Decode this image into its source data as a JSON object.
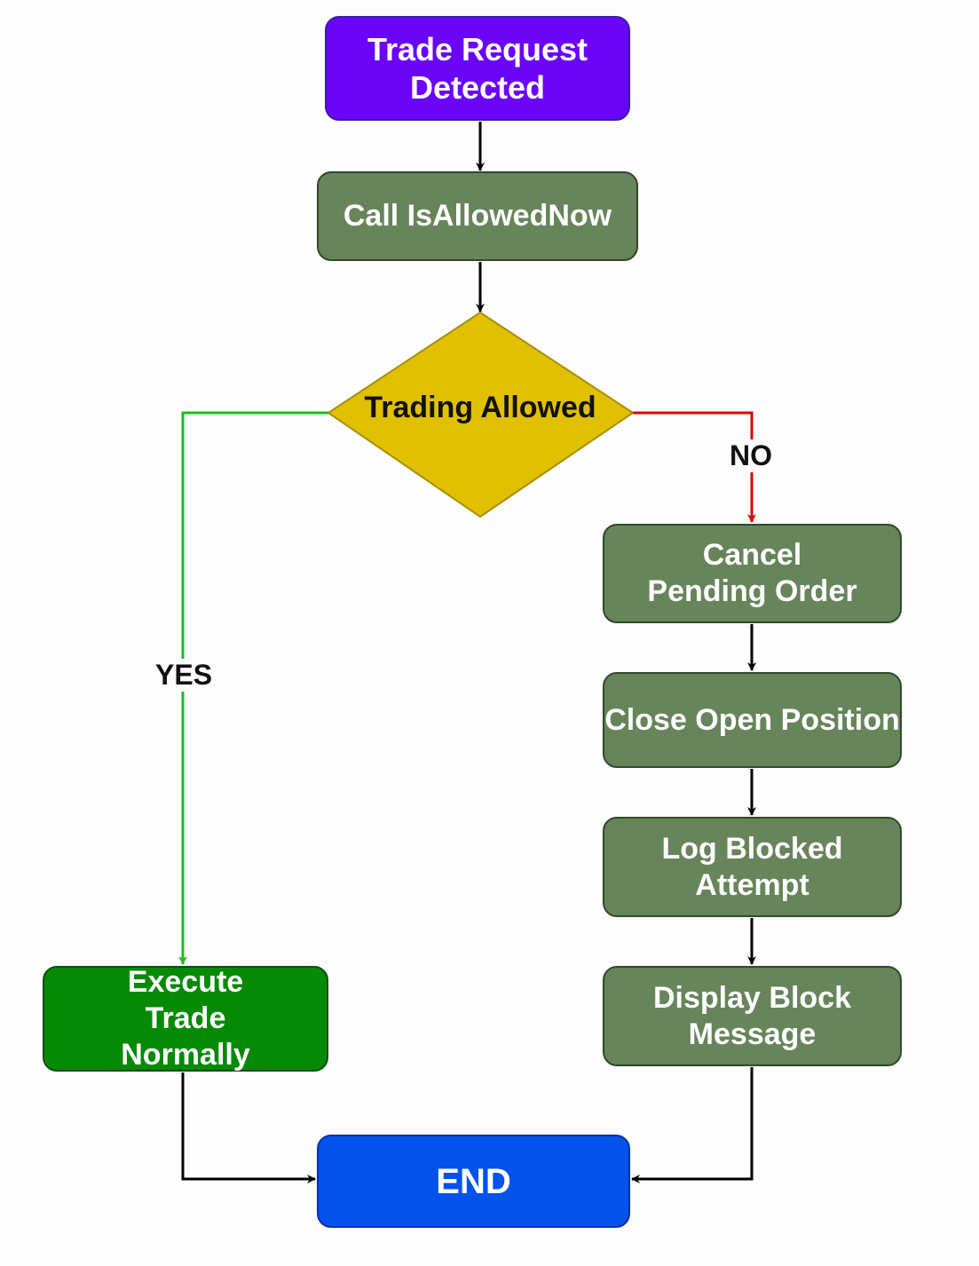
{
  "diagram": {
    "type": "flowchart",
    "colors": {
      "start": "#6a05f7",
      "process": "#67845a",
      "decision": "#e0c000",
      "success": "#068a06",
      "end": "#0452ec",
      "yes_edge": "#18c018",
      "no_edge": "#e00000",
      "default_edge": "#000000"
    },
    "nodes": {
      "start": "Trade Request Detected",
      "call": "Call IsAllowedNow",
      "decision": "Trading Allowed",
      "cancel": "Cancel Pending Order",
      "close": "Close Open Position",
      "log": "Log Blocked Attempt",
      "display": "Display Block Message",
      "execute": "Execute Trade Normally",
      "end": "END"
    },
    "edge_labels": {
      "yes": "YES",
      "no": "NO"
    },
    "edges": [
      {
        "from": "start",
        "to": "call"
      },
      {
        "from": "call",
        "to": "decision"
      },
      {
        "from": "decision",
        "to": "execute",
        "label": "YES"
      },
      {
        "from": "decision",
        "to": "cancel",
        "label": "NO"
      },
      {
        "from": "cancel",
        "to": "close"
      },
      {
        "from": "close",
        "to": "log"
      },
      {
        "from": "log",
        "to": "display"
      },
      {
        "from": "execute",
        "to": "end"
      },
      {
        "from": "display",
        "to": "end"
      }
    ]
  }
}
